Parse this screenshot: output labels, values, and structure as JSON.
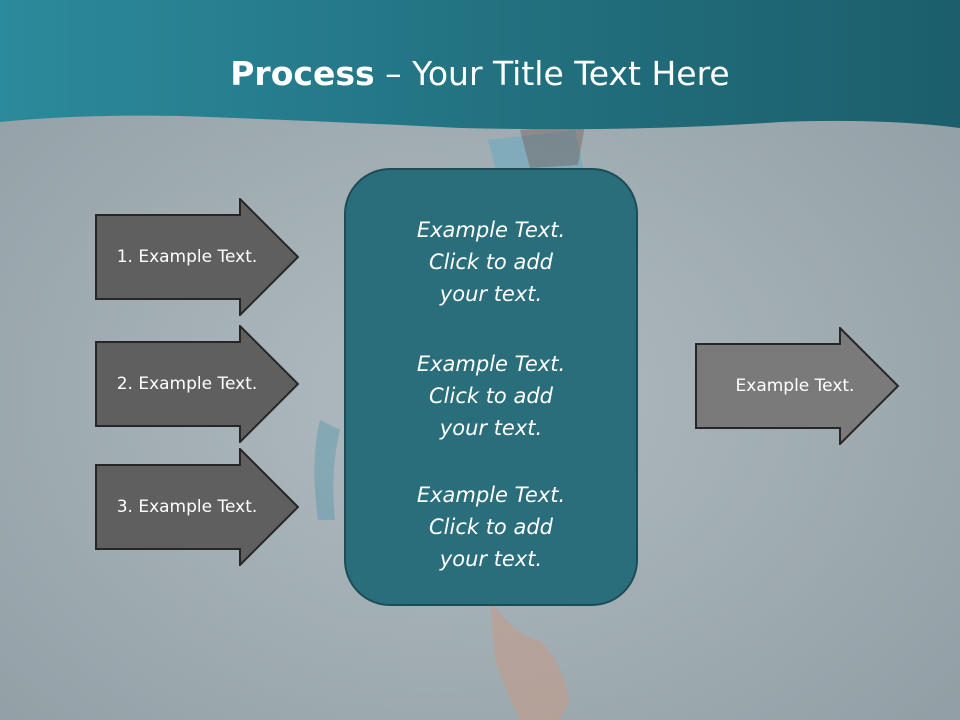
{
  "slide": {
    "title_bold": "Process",
    "title_rest": " – Your Title Text Here",
    "colors": {
      "header": "#1f6878",
      "center_box": "#2a6e7c",
      "arrow_fill": "#5f5f5f",
      "arrow_out_fill": "#7a7a7a"
    }
  },
  "inputs": [
    {
      "label": "1. Example Text."
    },
    {
      "label": "2. Example Text."
    },
    {
      "label": "3. Example Text."
    }
  ],
  "center": {
    "blocks": [
      {
        "line1": "Example Text.",
        "line2": "Click  to add",
        "line3": "your text."
      },
      {
        "line1": "Example Text.",
        "line2": "Click  to add",
        "line3": "your text."
      },
      {
        "line1": "Example Text.",
        "line2": "Click  to add",
        "line3": "your text."
      }
    ]
  },
  "output": {
    "label": "Example Text."
  }
}
